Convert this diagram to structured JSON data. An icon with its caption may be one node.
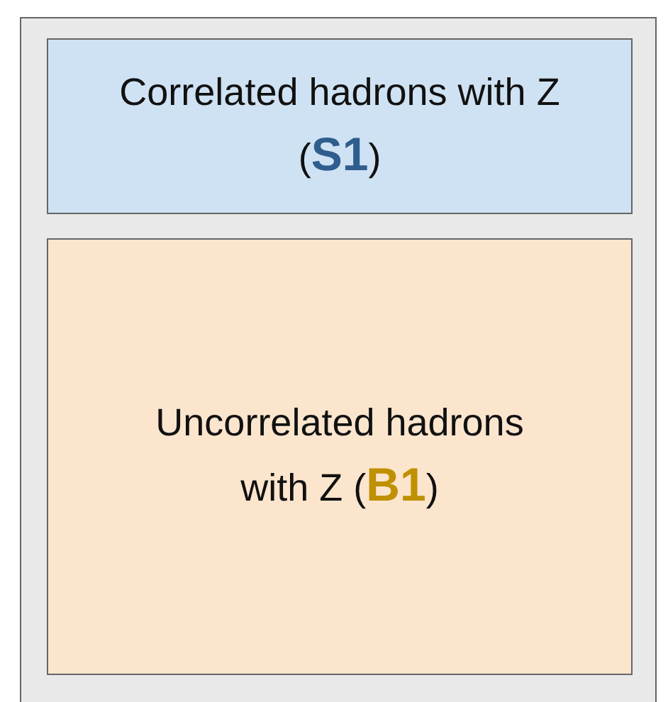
{
  "diagram": {
    "nodes": [
      {
        "text": [],
        "shape": "box"
      },
      {
        "text": [
          "Correlated hadrons with Z (**S1**)"
        ],
        "in": 0
      },
      {
        "text": [
          "Uncorrelated hadrons with Z (**B1**)"
        ],
        "in": 0
      }
    ]
  }
}
